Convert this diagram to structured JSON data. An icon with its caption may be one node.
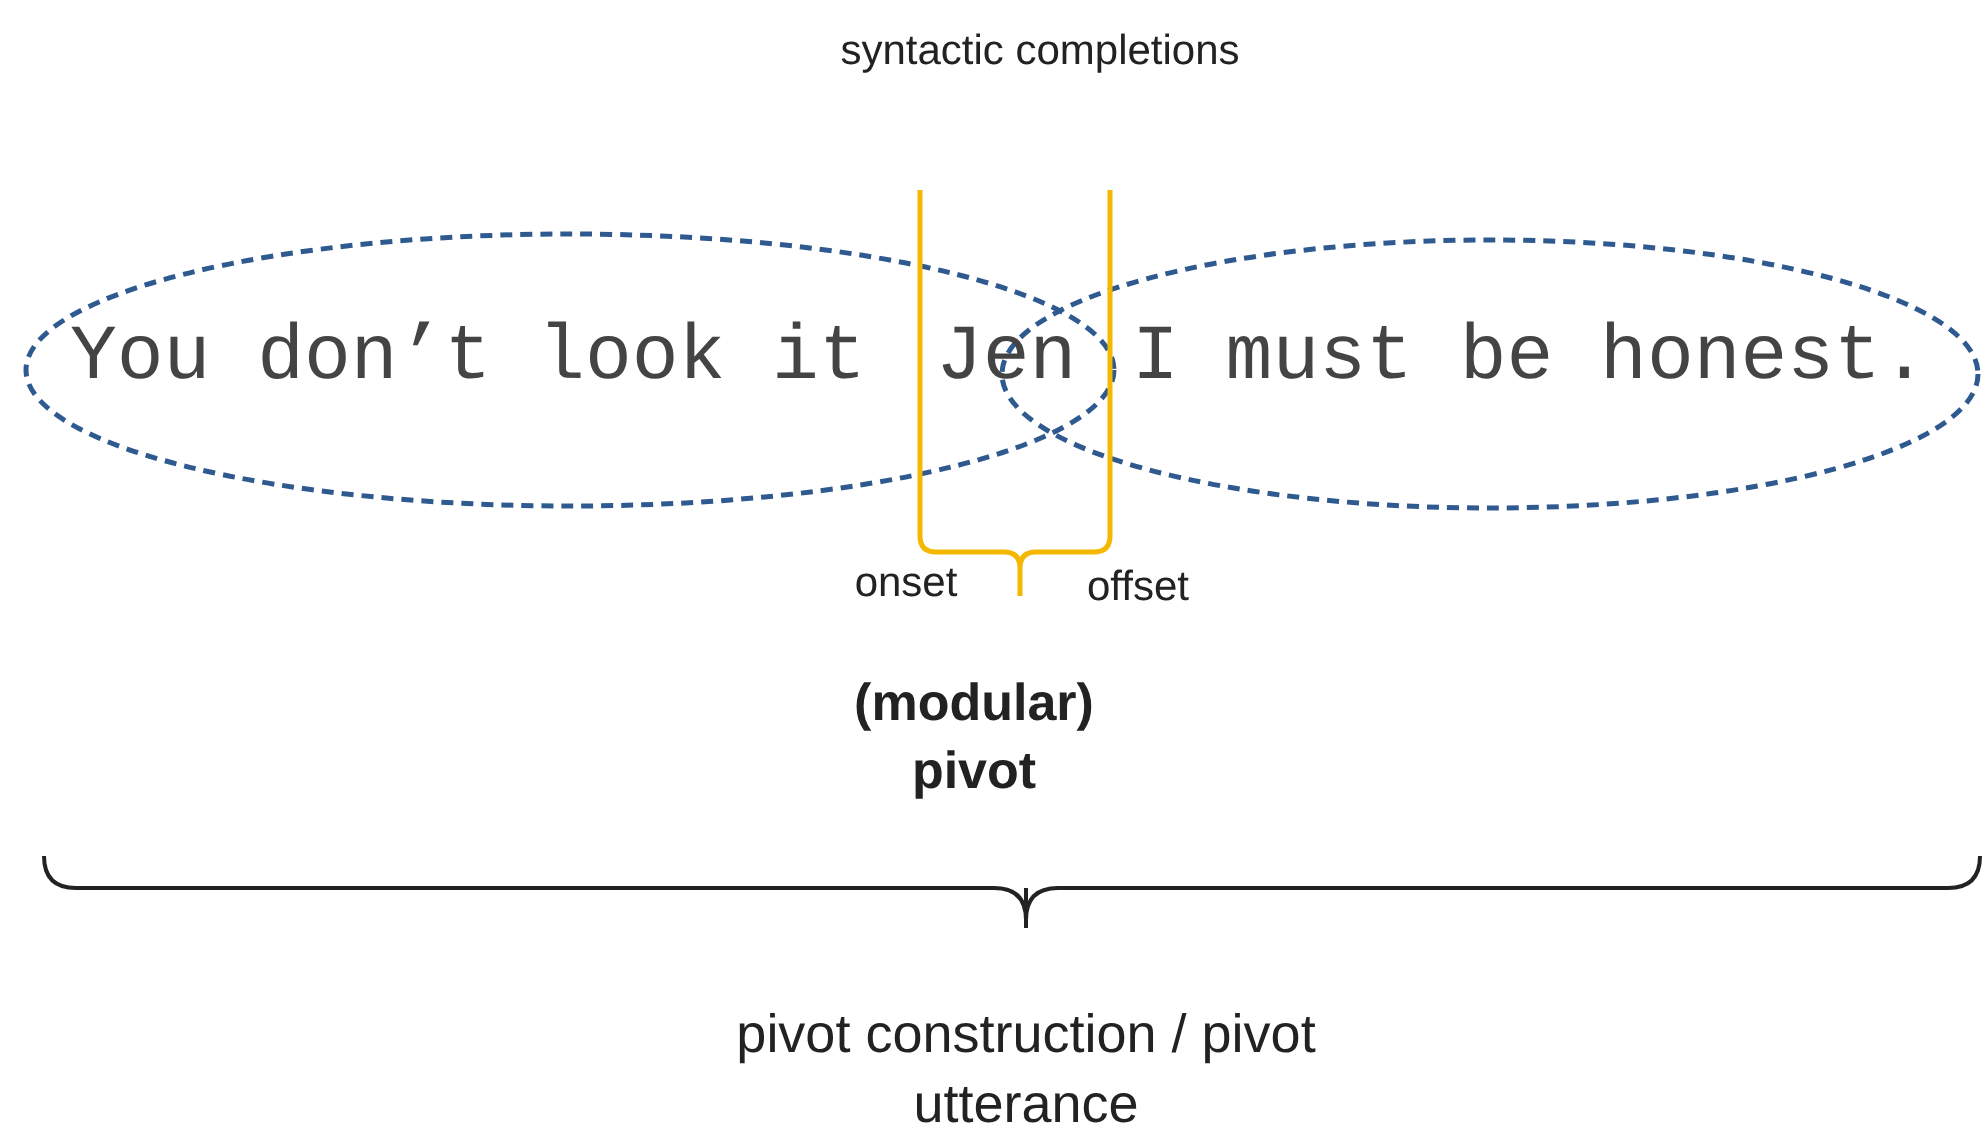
{
  "diagram": {
    "labels": [
      "syntactic completions",
      "You don’t look it",
      "Jen",
      "I must be honest.",
      "onset",
      "offset",
      "(modular) pivot",
      "pivot construction / pivot utterance"
    ]
  }
}
